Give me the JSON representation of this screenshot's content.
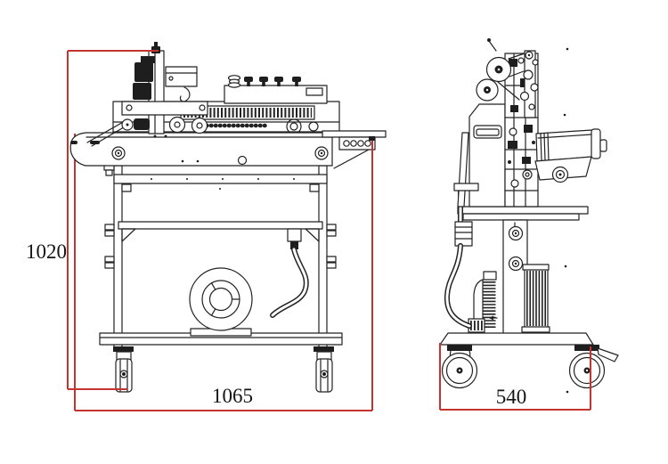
{
  "dimensions": {
    "front_height_mm": "1020",
    "front_length_mm": "1065",
    "side_depth_mm": "540"
  },
  "colors": {
    "dimension_line": "#c5342f",
    "drawing_line": "#222222",
    "background": "#ffffff"
  }
}
